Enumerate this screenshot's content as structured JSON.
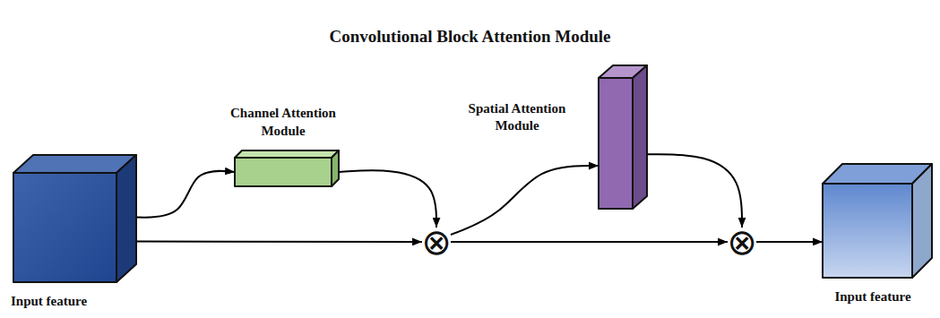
{
  "diagram": {
    "title": "Convolutional Block Attention Module",
    "nodes": [
      {
        "text": [
          "Input feature"
        ]
      },
      {
        "text": [
          "Channel Attention Module"
        ]
      },
      {
        "text": [
          "⊗"
        ]
      },
      {
        "text": [
          "Spatial Attention Module"
        ]
      },
      {
        "text": [
          "⊗"
        ]
      },
      {
        "text": [
          "Input feature"
        ]
      }
    ],
    "edges": [
      {
        "from": 0,
        "to": 1,
        "arrow": "to"
      },
      {
        "from": 1,
        "to": 2,
        "arrow": "to"
      },
      {
        "from": 0,
        "to": 2,
        "arrow": "to"
      },
      {
        "from": 2,
        "to": 3,
        "arrow": "to"
      },
      {
        "from": 3,
        "to": 4,
        "arrow": "to"
      },
      {
        "from": 2,
        "to": 4,
        "arrow": "to"
      },
      {
        "from": 4,
        "to": 5,
        "arrow": "to"
      }
    ]
  }
}
